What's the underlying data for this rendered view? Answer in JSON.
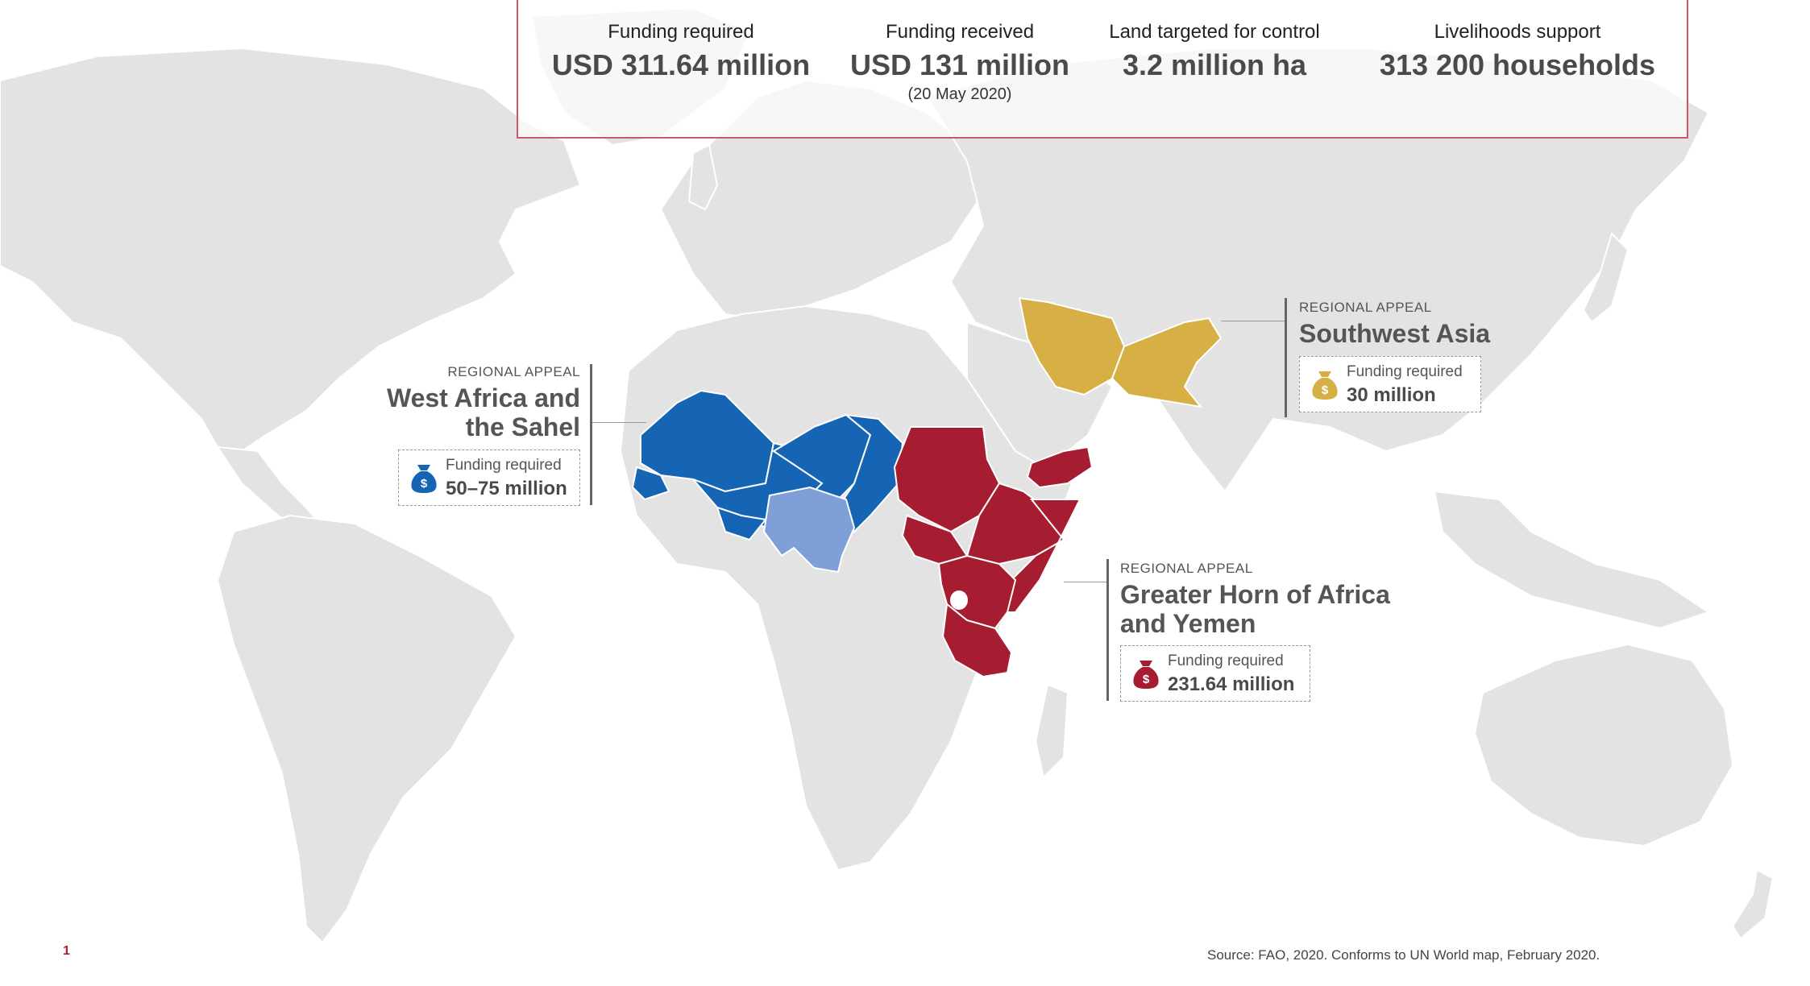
{
  "summary": {
    "funding_required": {
      "label": "Funding required",
      "value": "USD 311.64 million"
    },
    "funding_received": {
      "label": "Funding received",
      "value": "USD 131 million",
      "note": "(20 May 2020)"
    },
    "land_targeted": {
      "label": "Land targeted for control",
      "value": "3.2 million ha"
    },
    "livelihoods": {
      "label": "Livelihoods support",
      "value": "313 200 households"
    }
  },
  "regions": {
    "west_africa": {
      "kicker": "REGIONAL APPEAL",
      "title_line1": "West Africa and",
      "title_line2": "the Sahel",
      "funding_label": "Funding required",
      "funding_value": "50–75 million",
      "color": "#1565b4",
      "secondary_color": "#7f9fd8"
    },
    "southwest_asia": {
      "kicker": "REGIONAL APPEAL",
      "title_line1": "Southwest Asia",
      "funding_label": "Funding required",
      "funding_value": "30 million",
      "color": "#d6b045"
    },
    "greater_horn": {
      "kicker": "REGIONAL APPEAL",
      "title_line1": "Greater Horn of Africa",
      "title_line2": "and Yemen",
      "funding_label": "Funding required",
      "funding_value": "231.64 million",
      "color": "#a61c31"
    }
  },
  "icons": {
    "money_bag": "money-bag-icon"
  },
  "source": "Source: FAO, 2020. Conforms to UN World map, February 2020.",
  "page_number": "1",
  "colors": {
    "land": "#e3e3e3",
    "border": "#ffffff",
    "box_border": "#c8586a"
  }
}
